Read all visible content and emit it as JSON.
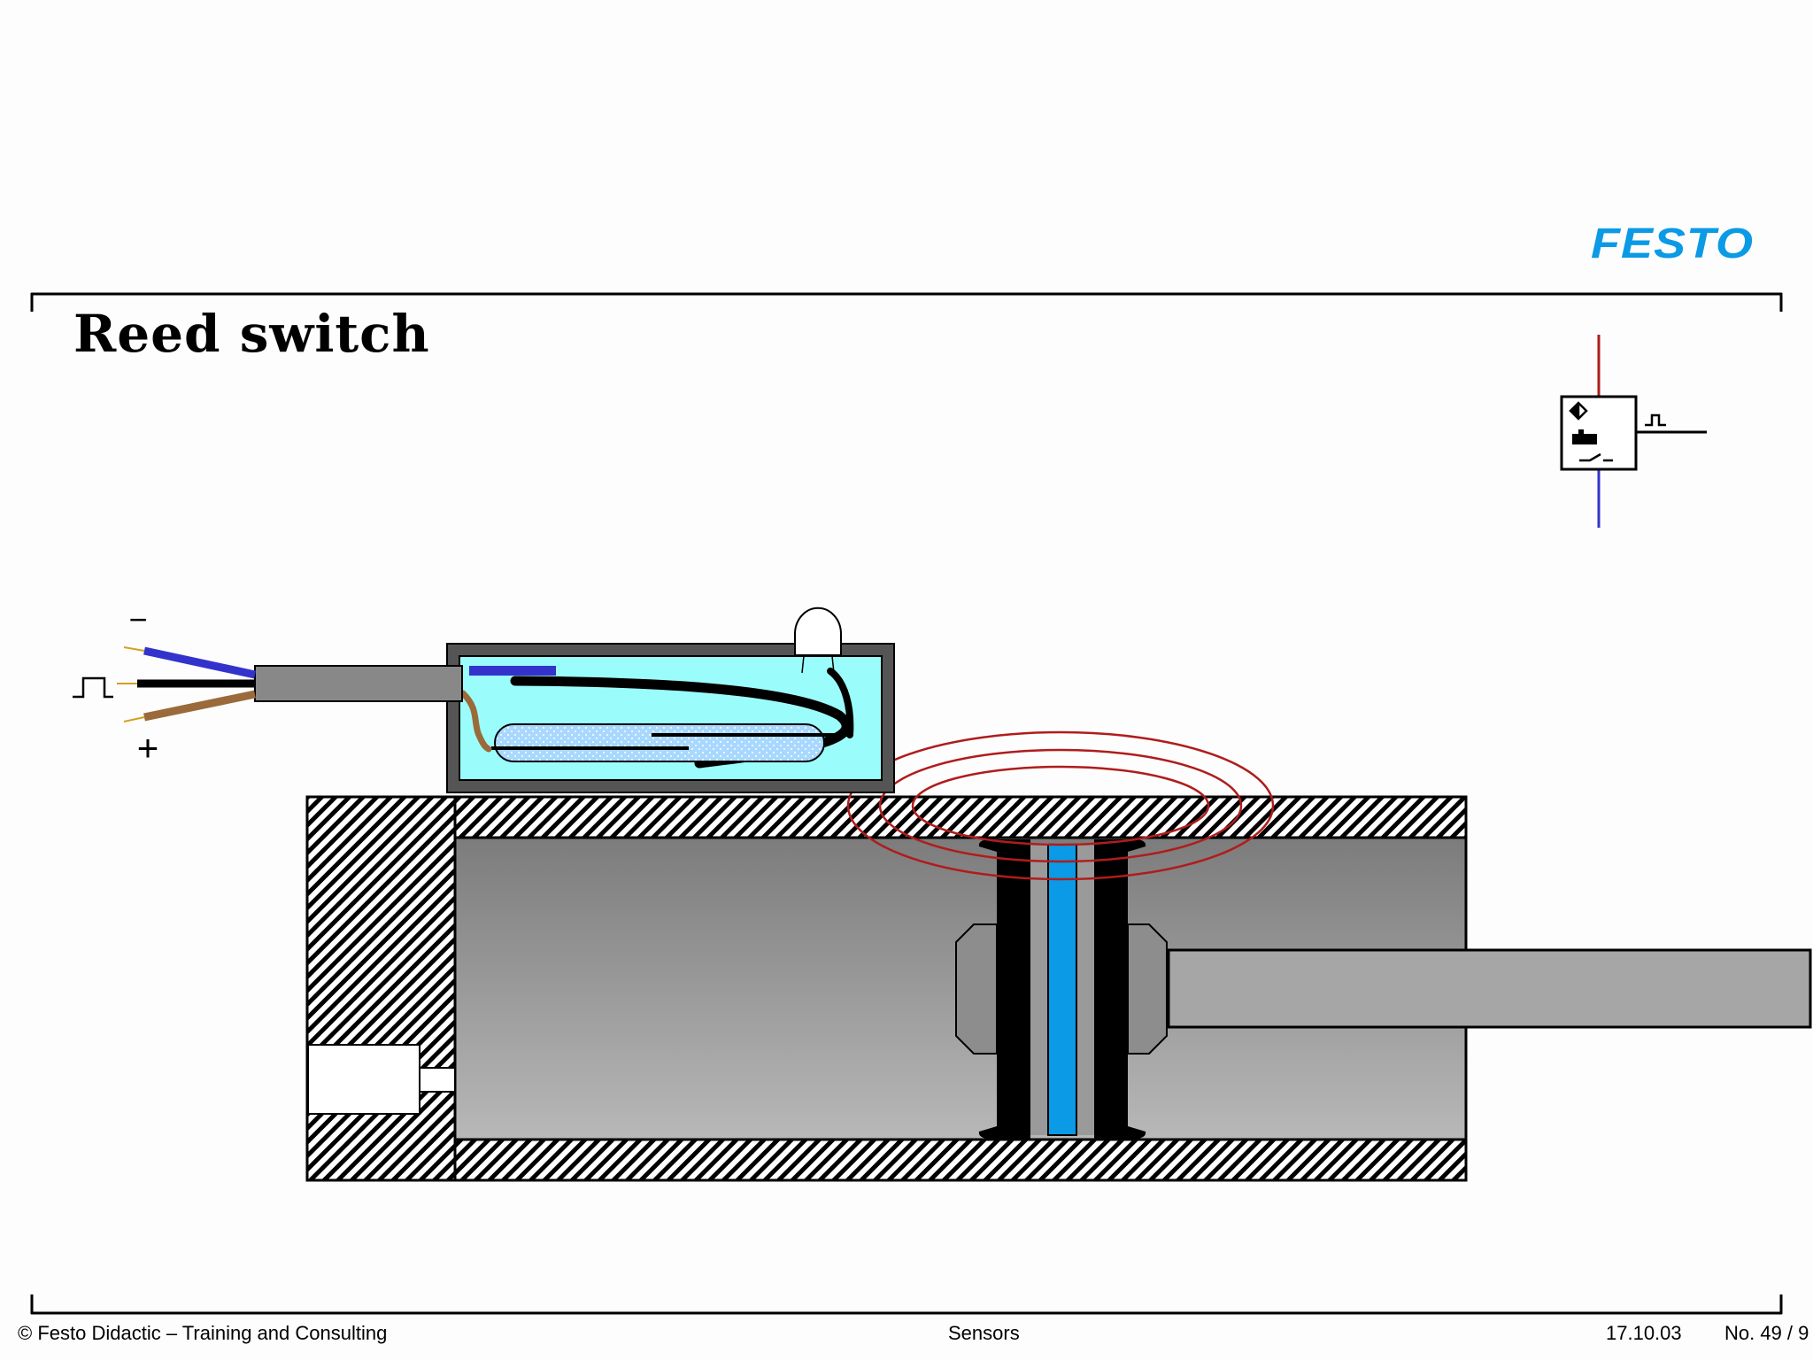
{
  "brand": {
    "logo_text": "FESTO",
    "logo_color": "#0a9ae6"
  },
  "slide": {
    "title": "Reed switch"
  },
  "diagram": {
    "cable_labels": {
      "minus": "−",
      "plus": "+"
    },
    "colors": {
      "housing_fill": "#9bfdfb",
      "field_lines": "#b01c1c",
      "piston_core": "#0a9ae6",
      "wire_blue": "#3333cc",
      "wire_brown": "#9a6a3a",
      "wire_black": "#000000",
      "supply_line_red": "#b01c1c",
      "supply_line_blue": "#3333cc"
    }
  },
  "footer": {
    "copyright": "© Festo Didactic – Training and Consulting",
    "section": "Sensors",
    "date": "17.10.03",
    "page": "No. 49 / 9"
  }
}
